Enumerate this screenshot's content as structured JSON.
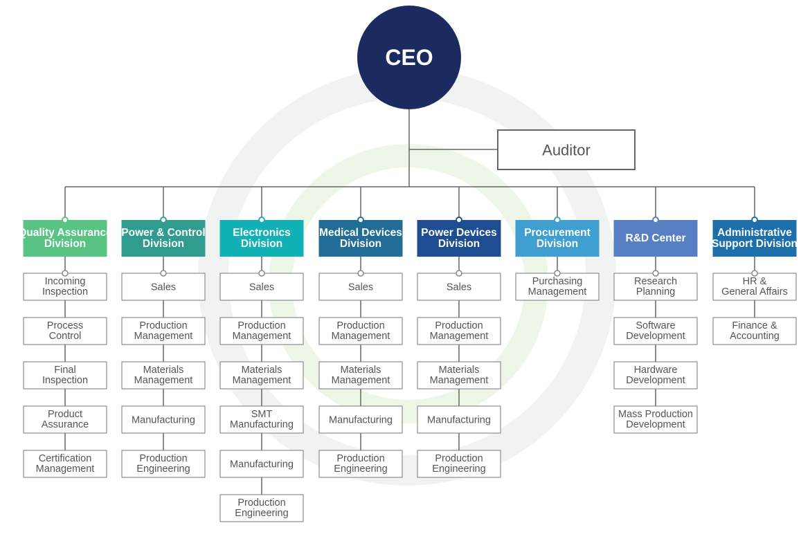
{
  "ceo": {
    "label": "CEO"
  },
  "auditor": {
    "label": "Auditor"
  },
  "colors": {
    "ceo_circle": "#1c2b5f",
    "connector_line": "#666666",
    "sub_box_border": "#777777",
    "sub_box_text": "#555555",
    "watermark_ring": "#f1f3f2",
    "watermark_green": "#eef6e8"
  },
  "divisions": [
    {
      "name": [
        "Quality Assurance",
        "Division"
      ],
      "color": "#58c383",
      "units": [
        [
          "Incoming",
          "Inspection"
        ],
        [
          "Process",
          "Control"
        ],
        [
          "Final",
          "Inspection"
        ],
        [
          "Product",
          "Assurance"
        ],
        [
          "Certification",
          "Management"
        ]
      ]
    },
    {
      "name": [
        "Power & Control",
        "Division"
      ],
      "color": "#2f9c8f",
      "units": [
        [
          "Sales"
        ],
        [
          "Production",
          "Management"
        ],
        [
          "Materials",
          "Management"
        ],
        [
          "Manufacturing"
        ],
        [
          "Production",
          "Engineering"
        ]
      ]
    },
    {
      "name": [
        "Electronics",
        "Division"
      ],
      "color": "#12b1b5",
      "units": [
        [
          "Sales"
        ],
        [
          "Production",
          "Management"
        ],
        [
          "Materials",
          "Management"
        ],
        [
          "SMT",
          "Manufacturing"
        ],
        [
          "Manufacturing"
        ],
        [
          "Production",
          "Engineering"
        ]
      ]
    },
    {
      "name": [
        "Medical Devices",
        "Division"
      ],
      "color": "#216d97",
      "units": [
        [
          "Sales"
        ],
        [
          "Production",
          "Management"
        ],
        [
          "Materials",
          "Management"
        ],
        [
          "Manufacturing"
        ],
        [
          "Production",
          "Engineering"
        ]
      ]
    },
    {
      "name": [
        "Power Devices",
        "Division"
      ],
      "color": "#1f4d91",
      "units": [
        [
          "Sales"
        ],
        [
          "Production",
          "Management"
        ],
        [
          "Materials",
          "Management"
        ],
        [
          "Manufacturing"
        ],
        [
          "Production",
          "Engineering"
        ]
      ]
    },
    {
      "name": [
        "Procurement",
        "Division"
      ],
      "color": "#3f9fd0",
      "units": [
        [
          "Purchasing",
          "Management"
        ]
      ]
    },
    {
      "name": [
        "R&D Center"
      ],
      "color": "#5680c3",
      "units": [
        [
          "Research",
          "Planning"
        ],
        [
          "Software",
          "Development"
        ],
        [
          "Hardware",
          "Development"
        ],
        [
          "Mass Production",
          "Development"
        ]
      ]
    },
    {
      "name": [
        "Administrative",
        "Support Division"
      ],
      "color": "#1c6faa",
      "units": [
        [
          "HR &",
          "General Affairs"
        ],
        [
          "Finance &",
          "Accounting"
        ]
      ]
    }
  ]
}
